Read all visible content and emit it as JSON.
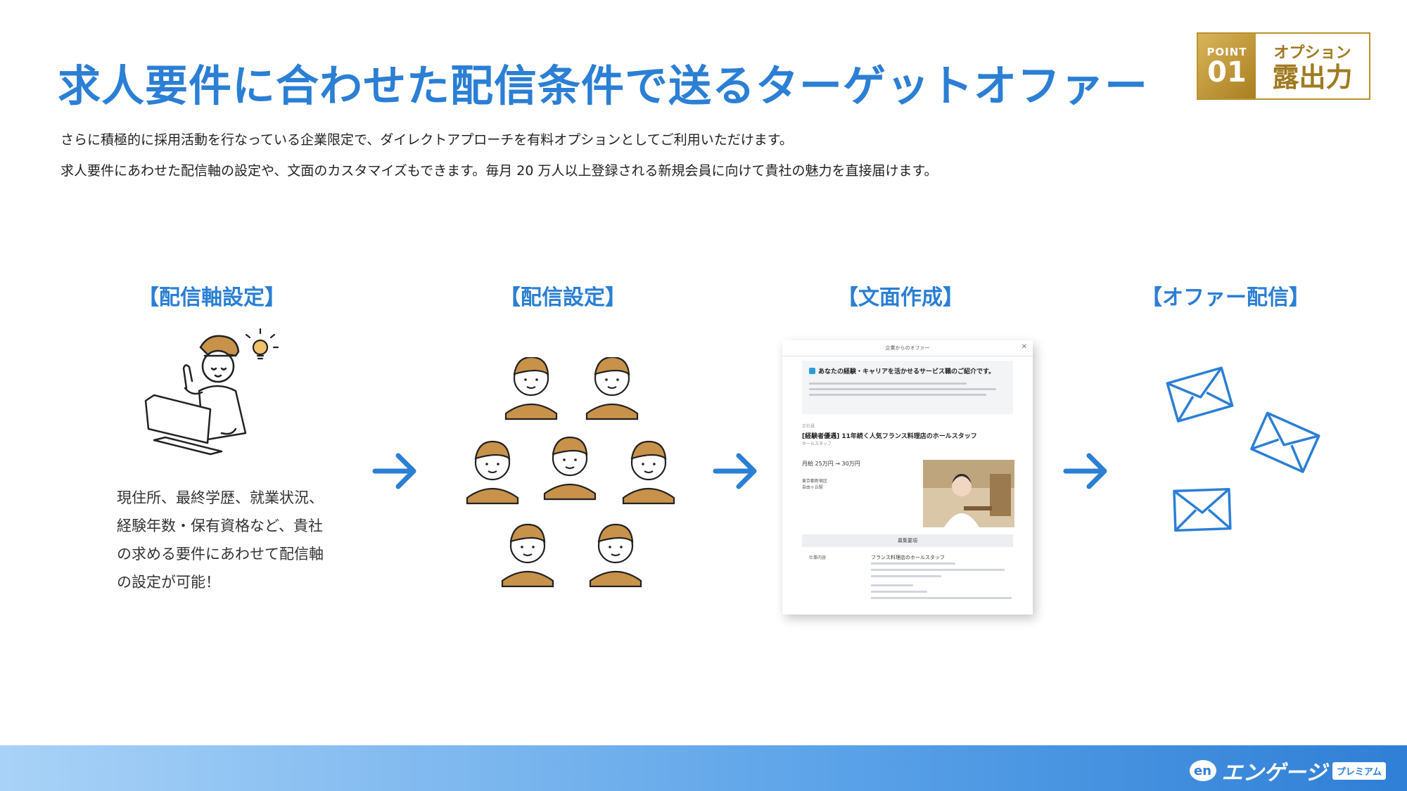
{
  "page": {
    "title": "求人要件に合わせた配信条件で送るターゲットオファー",
    "description_lines": [
      "さらに積極的に採用活動を行なっている企業限定で、ダイレクトアプローチを有料オプションとしてご利用いただけます。",
      "求人要件にあわせた配信軸の設定や、文面のカスタマイズもできます。毎月 20 万人以上登録される新規会員に向けて貴社の魅力を直接届けます。"
    ]
  },
  "badge": {
    "point": "POINT",
    "number": "01",
    "option": "オプション",
    "main": "露出力"
  },
  "steps": [
    {
      "label": "【配信軸設定】"
    },
    {
      "label": "【配信設定】"
    },
    {
      "label": "【文面作成】"
    },
    {
      "label": "【オファー配信】"
    }
  ],
  "step1_text": "現住所、最終学歴、就業状況、経験年数・保有資格など、貴社の求める要件にあわせて配信軸の設定が可能！",
  "doc": {
    "header": "企業からのオファー",
    "card_title": "あなたの経験・キャリアを活かせるサービス職のご紹介です。",
    "job_tag": "正社員",
    "job_title": "[経験者優遇] 11年続く人気フランス料理店のホールスタッフ",
    "job_sub": "ホールスタッフ",
    "salary": "月給 25万円 → 30万円",
    "location": "東京都新宿区",
    "location_sub": "自由ヶ丘駅",
    "section": "募集要項",
    "role_label": "仕事内容",
    "role": "フランス料理店のホールスタッフ"
  },
  "footer": {
    "logo_mark": "en",
    "logo_name": "エンゲージ",
    "logo_badge": "プレミアム"
  },
  "colors": {
    "accent": "#2b7fd4",
    "gold": "#b8922f",
    "illustration_orange": "#c8924a"
  }
}
